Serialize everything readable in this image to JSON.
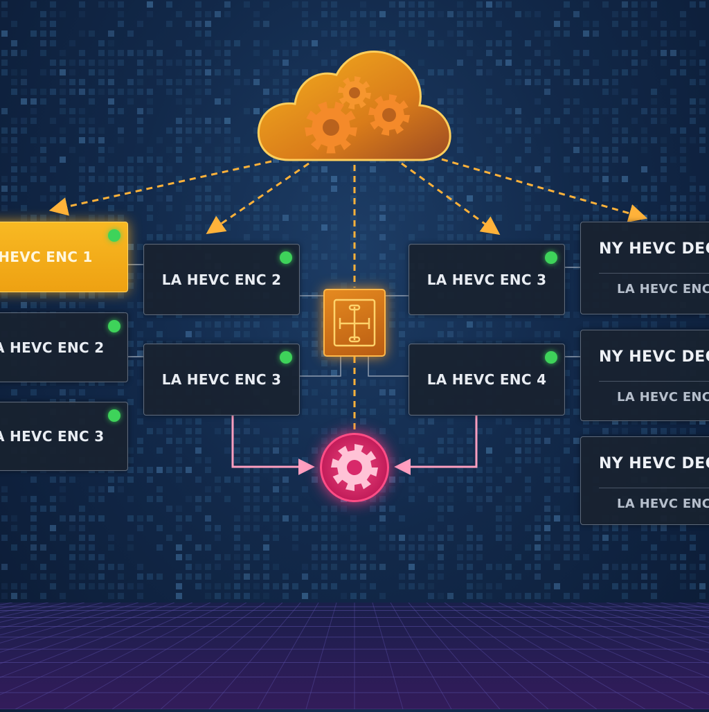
{
  "colors": {
    "background": "#12294a",
    "accent_orange": "#f5ad1a",
    "status_green": "#3ed35a",
    "hub_pink": "#e83a78",
    "node_border": "#5e6a7b"
  },
  "cloud": {
    "icon": "cloud-gears-icon"
  },
  "switch": {
    "icon": "circuit-switch-icon"
  },
  "hub": {
    "icon": "gear-icon"
  },
  "left_column": [
    {
      "label": "HEVC ENC 1",
      "status": "online",
      "active": true
    },
    {
      "label": "A HEVC ENC 2",
      "status": "online",
      "active": false
    },
    {
      "label": "A HEVC ENC 3",
      "status": "online",
      "active": false
    }
  ],
  "center_left": [
    {
      "label": "LA HEVC ENC 2",
      "status": "online"
    },
    {
      "label": "LA HEVC ENC 3",
      "status": "online"
    }
  ],
  "center_right": [
    {
      "label": "LA HEVC ENC 3",
      "status": "online"
    },
    {
      "label": "LA HEVC ENC 4",
      "status": "online"
    }
  ],
  "decoders": [
    {
      "title": "NY HEVC DEC",
      "subtitle": "LA HEVC ENC"
    },
    {
      "title": "NY HEVC DEC",
      "subtitle": "LA HEVC ENC"
    },
    {
      "title": "NY HEVC DEC",
      "subtitle": "LA HEVC ENC"
    }
  ]
}
